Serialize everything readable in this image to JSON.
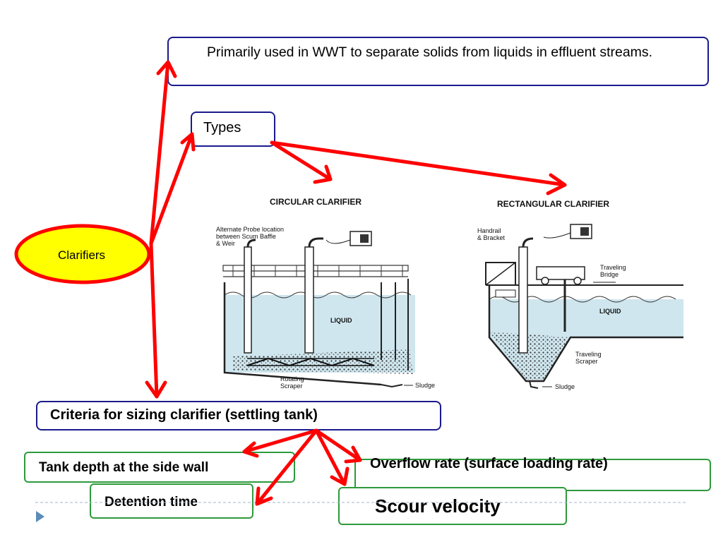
{
  "central_node": {
    "label": "Clarifiers"
  },
  "definition_box": {
    "text": "Primarily used in WWT to separate solids from liquids in effluent streams."
  },
  "types_box": {
    "label": "Types"
  },
  "circular_figure": {
    "title": "CIRCULAR CLARIFIER",
    "probe_note_1": "Alternate Probe location",
    "probe_note_2": "between Scum Baffle",
    "probe_note_3": "& Weir",
    "liquid": "LIQUID",
    "scraper_1": "Rotating",
    "scraper_2": "Scraper",
    "sludge": "Sludge"
  },
  "rectangular_figure": {
    "title": "RECTANGULAR CLARIFIER",
    "handrail_1": "Handrail",
    "handrail_2": "& Bracket",
    "bridge_1": "Traveling",
    "bridge_2": "Bridge",
    "liquid": "LIQUID",
    "scraper_1": "Traveling",
    "scraper_2": "Scraper",
    "sludge": "Sludge"
  },
  "criteria_box": {
    "label": "Criteria for sizing clarifier (settling tank)"
  },
  "criteria_items": {
    "tank_depth": "Tank depth at the side wall",
    "detention_time": "Detention time",
    "overflow_rate": "Overflow rate (surface loading rate)",
    "scour_velocity": "Scour velocity"
  },
  "colors": {
    "arrow": "#ff0000",
    "node_fill": "#ffff00",
    "blue_border": "#1a1a8c",
    "green_border": "#2e9a3c",
    "liquid": "#cfe6ee"
  }
}
